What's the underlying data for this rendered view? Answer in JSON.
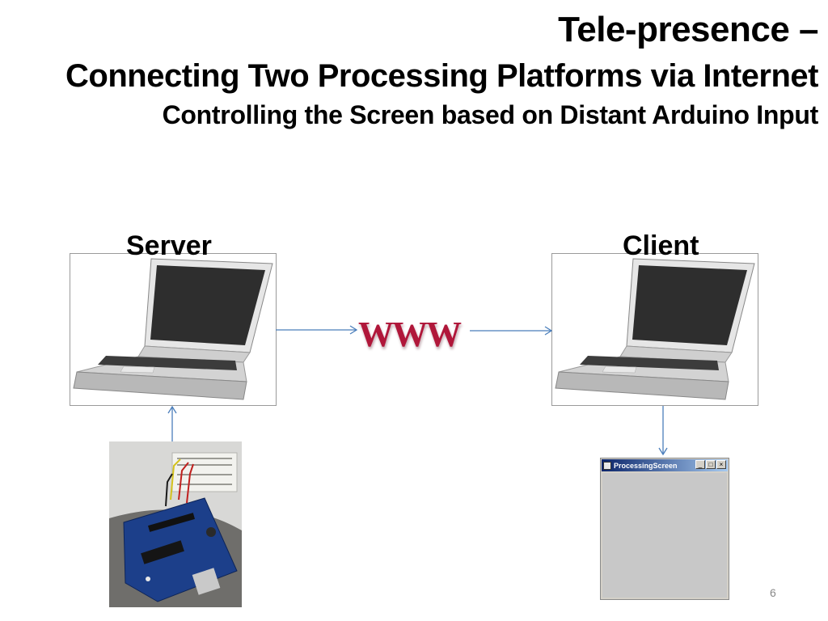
{
  "title": {
    "line1": "Tele-presence  –",
    "line2": "Connecting Two Processing Platforms via Internet",
    "line3": "Controlling the Screen based on Distant Arduino Input"
  },
  "nodes": {
    "server_label": "Server",
    "client_label": "Client",
    "network_label": "WWW"
  },
  "processing_window": {
    "title": "ProcessingScreen"
  },
  "page_number": "6",
  "colors": {
    "arrow": "#4a7ebb",
    "www_text": "#b0173a",
    "window_title_bar": "#0a246a"
  }
}
